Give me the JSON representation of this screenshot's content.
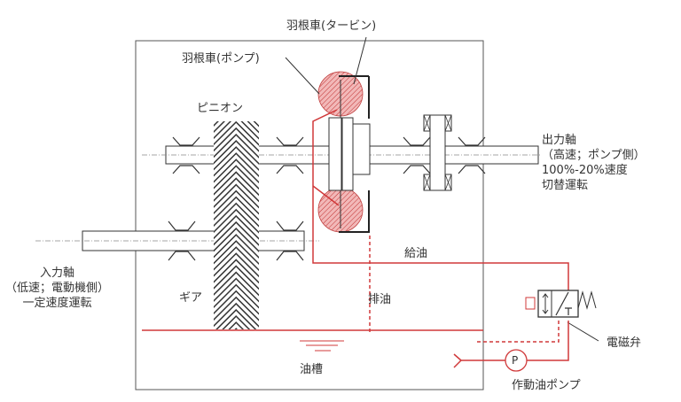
{
  "labels": {
    "turbine": "羽根車(タービン)",
    "pump_impeller": "羽根車(ポンプ)",
    "pinion": "ピニオン",
    "gear": "ギア",
    "output_shaft": [
      "出力軸",
      "（高速；ポンプ側）",
      "100%-20%速度",
      "切替運転"
    ],
    "input_shaft": [
      "入力軸",
      "（低速；電動機側）",
      "一定速度運転"
    ],
    "supply_oil": "給油",
    "drain_oil": "排油",
    "oil_tank": "油槽",
    "solenoid_valve": "電磁弁",
    "hydraulic_pump": "作動油ポンプ",
    "pump_symbol": "P"
  },
  "colors": {
    "oil_line": "#d0393a",
    "hatch": "#e07070",
    "line": "#333333"
  }
}
